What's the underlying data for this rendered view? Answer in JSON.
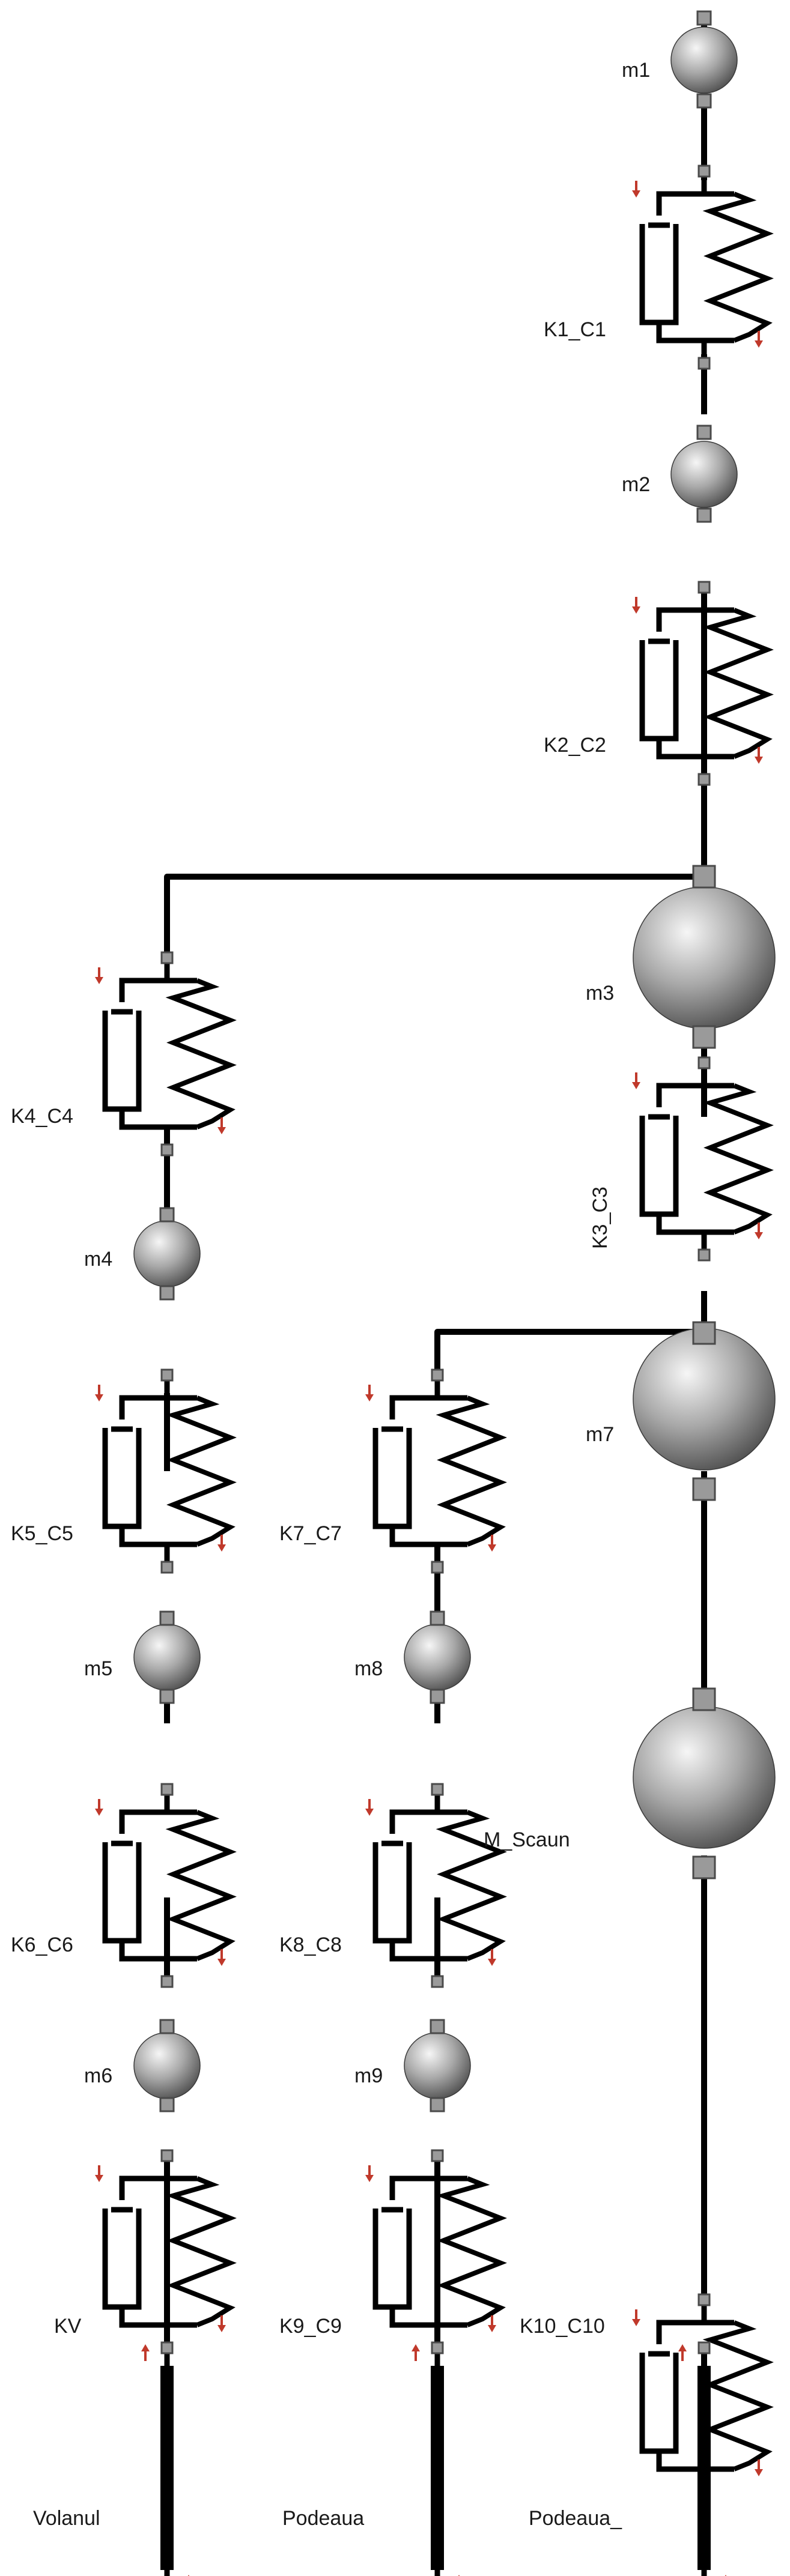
{
  "colors": {
    "wire": "#000000",
    "arrow": "#c0392b",
    "mass_light": "#f4f4f4",
    "mass_mid": "#9c9c9c",
    "mass_dark": "#444444",
    "port_fill": "#9a9a9a",
    "port_stroke": "#4a4a4a",
    "label": "#1a1a1a"
  },
  "masses": [
    {
      "id": "m1",
      "label": "m1"
    },
    {
      "id": "m2",
      "label": "m2"
    },
    {
      "id": "m3",
      "label": "m3"
    },
    {
      "id": "m4",
      "label": "m4"
    },
    {
      "id": "m5",
      "label": "m5"
    },
    {
      "id": "m6",
      "label": "m6"
    },
    {
      "id": "m7",
      "label": "m7"
    },
    {
      "id": "m8",
      "label": "m8"
    },
    {
      "id": "m9",
      "label": "m9"
    },
    {
      "id": "mscaun",
      "label": "M_Scaun"
    }
  ],
  "spring_dampers": [
    {
      "id": "k1",
      "label": "K1_C1"
    },
    {
      "id": "k2",
      "label": "K2_C2"
    },
    {
      "id": "k3",
      "label": "K3_C3"
    },
    {
      "id": "k4",
      "label": "K4_C4"
    },
    {
      "id": "k5",
      "label": "K5_C5"
    },
    {
      "id": "k6",
      "label": "K6_C6"
    },
    {
      "id": "k7",
      "label": "K7_C7"
    },
    {
      "id": "k8",
      "label": "K8_C8"
    },
    {
      "id": "k9",
      "label": "K9_C9"
    },
    {
      "id": "k10",
      "label": "K10_C10"
    },
    {
      "id": "kv",
      "label": "KV"
    }
  ],
  "sources": [
    {
      "id": "volanul",
      "label": "Volanul"
    },
    {
      "id": "podeaua",
      "label": "Podeaua"
    },
    {
      "id": "podeaua2",
      "label": "Podeaua_"
    }
  ]
}
